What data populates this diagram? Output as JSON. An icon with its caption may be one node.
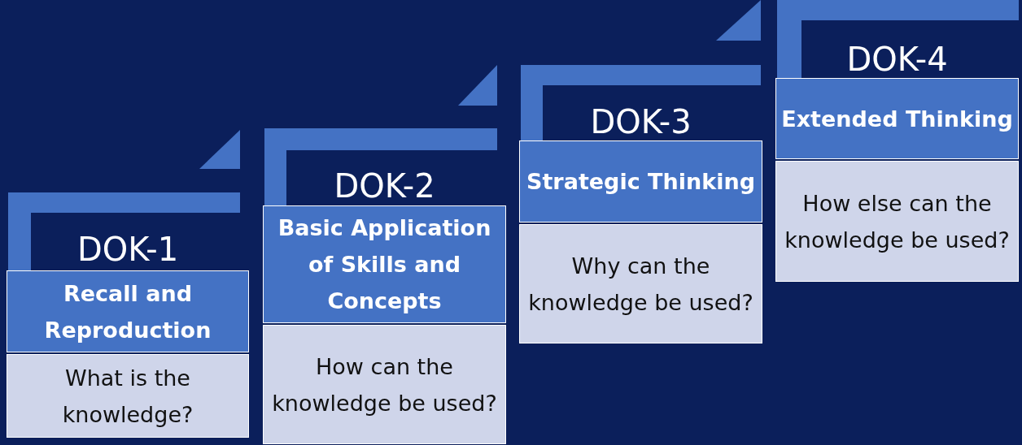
{
  "diagram": {
    "nodes": [
      {
        "text": [
          "DOK-1",
          "Recall and Reproduction",
          "What is the knowledge?"
        ]
      },
      {
        "text": [
          "DOK-2",
          "Basic Application of Skills and Concepts",
          "How can the knowledge be used?"
        ]
      },
      {
        "text": [
          "DOK-3",
          "Strategic Thinking",
          "Why can the knowledge be used?"
        ]
      },
      {
        "text": [
          "DOK-4",
          "Extended Thinking",
          "How else can the knowledge be used?"
        ]
      }
    ]
  }
}
